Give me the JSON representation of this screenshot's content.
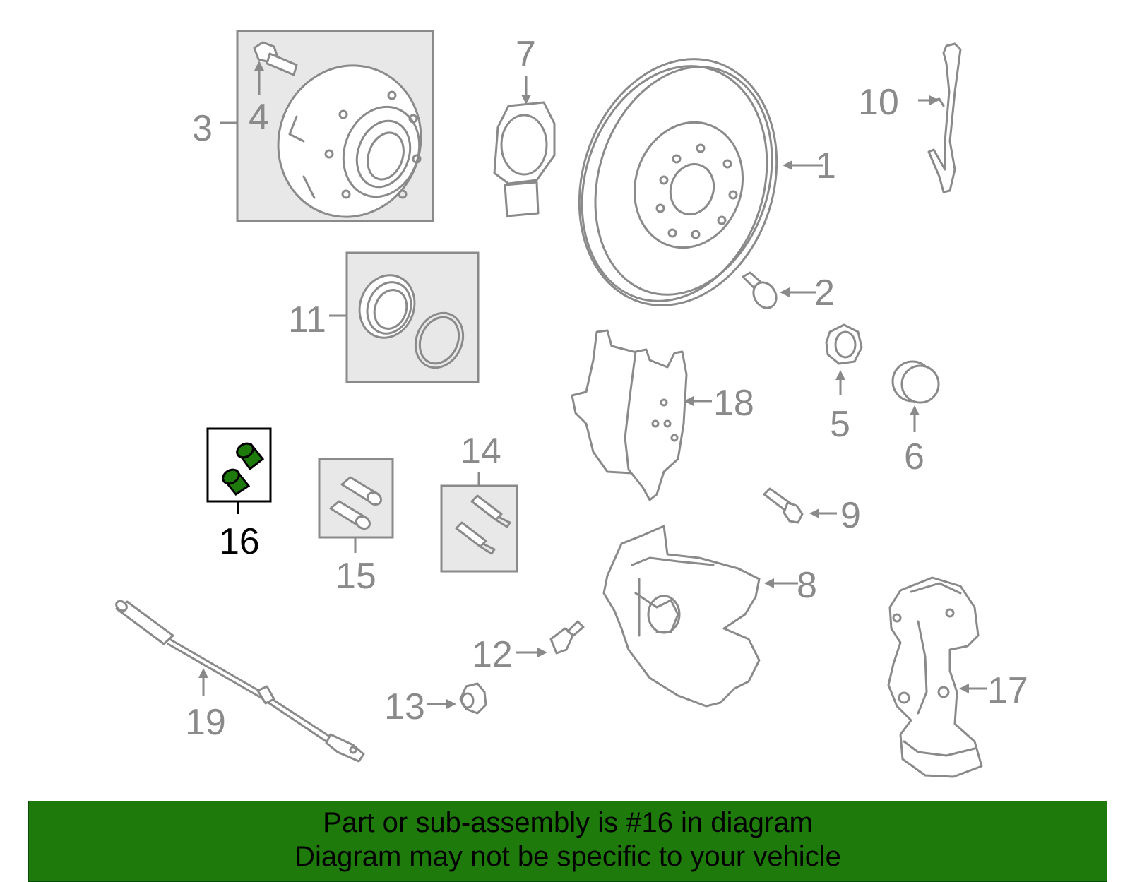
{
  "diagram": {
    "highlighted_part": "16",
    "labels": [
      "1",
      "2",
      "3",
      "4",
      "5",
      "6",
      "7",
      "8",
      "9",
      "10",
      "11",
      "12",
      "13",
      "14",
      "15",
      "16",
      "17",
      "18",
      "19"
    ]
  },
  "banner": {
    "line1": "Part or sub-assembly is #16 in diagram",
    "line2": "Diagram may not be specific to your vehicle",
    "background_color": "#1f7a0c"
  },
  "colors": {
    "part_stroke": "#8a8a8a",
    "box_fill": "#e8e8e8",
    "highlight": "#1f7a0c"
  }
}
